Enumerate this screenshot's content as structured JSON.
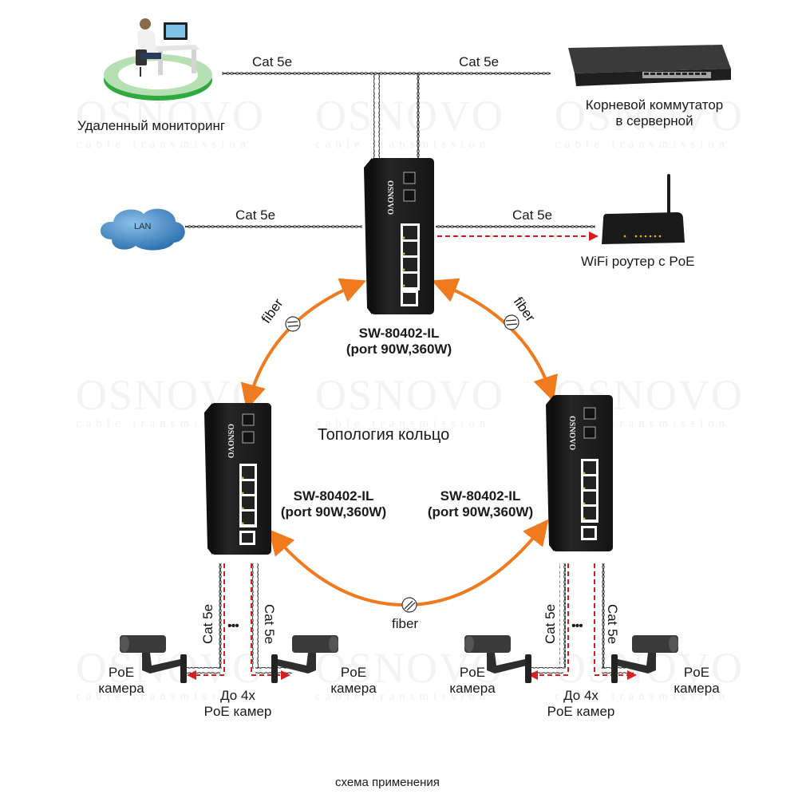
{
  "colors": {
    "fiber": "#f07a1e",
    "poe_dashed": "#d42020",
    "cable": "#222222",
    "switch_body": "#1c1c1c",
    "cloud": "#3f88c5",
    "watermark": "#f2f2f2"
  },
  "watermark": {
    "brand": "OSNOVO",
    "tagline": "cable transmission"
  },
  "nodes": {
    "remote_monitoring": {
      "label": "Удаленный мониторинг",
      "icon": "workstation-icon"
    },
    "root_switch": {
      "label_line1": "Корневой коммутатор",
      "label_line2": "в серверной",
      "icon": "rack-switch-icon"
    },
    "lan": {
      "label": "LAN",
      "icon": "cloud-icon"
    },
    "wifi_router": {
      "label": "WiFi роутер с PoE",
      "icon": "router-icon"
    },
    "switch_top": {
      "model": "SW-80402-IL",
      "spec": "(port 90W,360W)",
      "brand": "OSNOVO"
    },
    "switch_left": {
      "model": "SW-80402-IL",
      "spec": "(port 90W,360W)",
      "brand": "OSNOVO"
    },
    "switch_right": {
      "model": "SW-80402-IL",
      "spec": "(port 90W,360W)",
      "brand": "OSNOVO"
    }
  },
  "links": {
    "remote_to_switch": "Cat 5e",
    "root_to_switch": "Cat 5e",
    "lan_to_switch": "Cat 5e",
    "switch_to_router": "Cat 5e",
    "fiber_left": "fiber",
    "fiber_right": "fiber",
    "fiber_bottom": "fiber"
  },
  "topology_label": "Топология кольцо",
  "camera_groups": {
    "left": {
      "cable_a": "Cat 5e",
      "cable_b": "Cat 5e",
      "cam_left": [
        "PoE",
        "камера"
      ],
      "cam_right": [
        "PoE",
        "камера"
      ],
      "count_line1": "До 4х",
      "count_line2": "PoE камер",
      "ellipsis": "•••"
    },
    "right": {
      "cable_a": "Cat 5e",
      "cable_b": "Cat 5e",
      "cam_left": [
        "PoE",
        "камера"
      ],
      "cam_right": [
        "PoE",
        "камера"
      ],
      "count_line1": "До 4х",
      "count_line2": "PoE камер",
      "ellipsis": "•••"
    }
  },
  "caption": "схема применения"
}
